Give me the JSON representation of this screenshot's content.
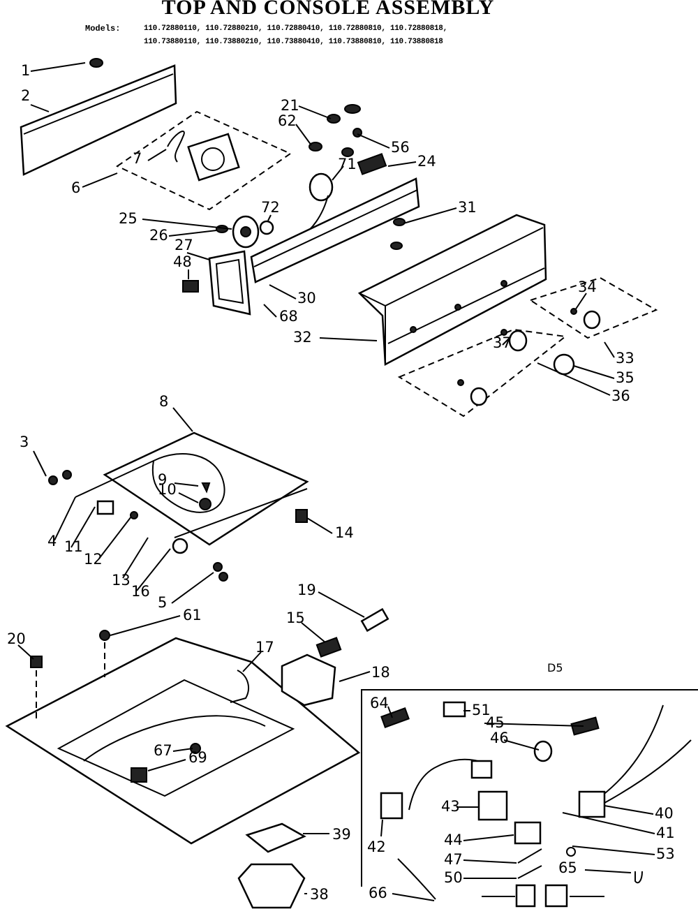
{
  "title": "TOP AND CONSOLE ASSEMBLY",
  "models_label": "Models:",
  "models": [
    [
      "110.72880110",
      "110.72880210",
      "110.72880410",
      "110.72880810",
      "110.72880818"
    ],
    [
      "110.73880110",
      "110.73880210",
      "110.73880410",
      "110.73880810",
      "110.73880818"
    ]
  ],
  "inset_label": "D5",
  "callouts": [
    "1",
    "2",
    "6",
    "7",
    "21",
    "62",
    "56",
    "24",
    "71",
    "25",
    "72",
    "26",
    "27",
    "48",
    "30",
    "68",
    "31",
    "32",
    "34",
    "37",
    "33",
    "35",
    "36",
    "8",
    "3",
    "9",
    "10",
    "4",
    "11",
    "12",
    "13",
    "14",
    "16",
    "5",
    "19",
    "61",
    "15",
    "20",
    "17",
    "18",
    "67",
    "69",
    "39",
    "38",
    "64",
    "51",
    "45",
    "46",
    "40",
    "41",
    "42",
    "43",
    "44",
    "47",
    "50",
    "53",
    "65",
    "66"
  ]
}
